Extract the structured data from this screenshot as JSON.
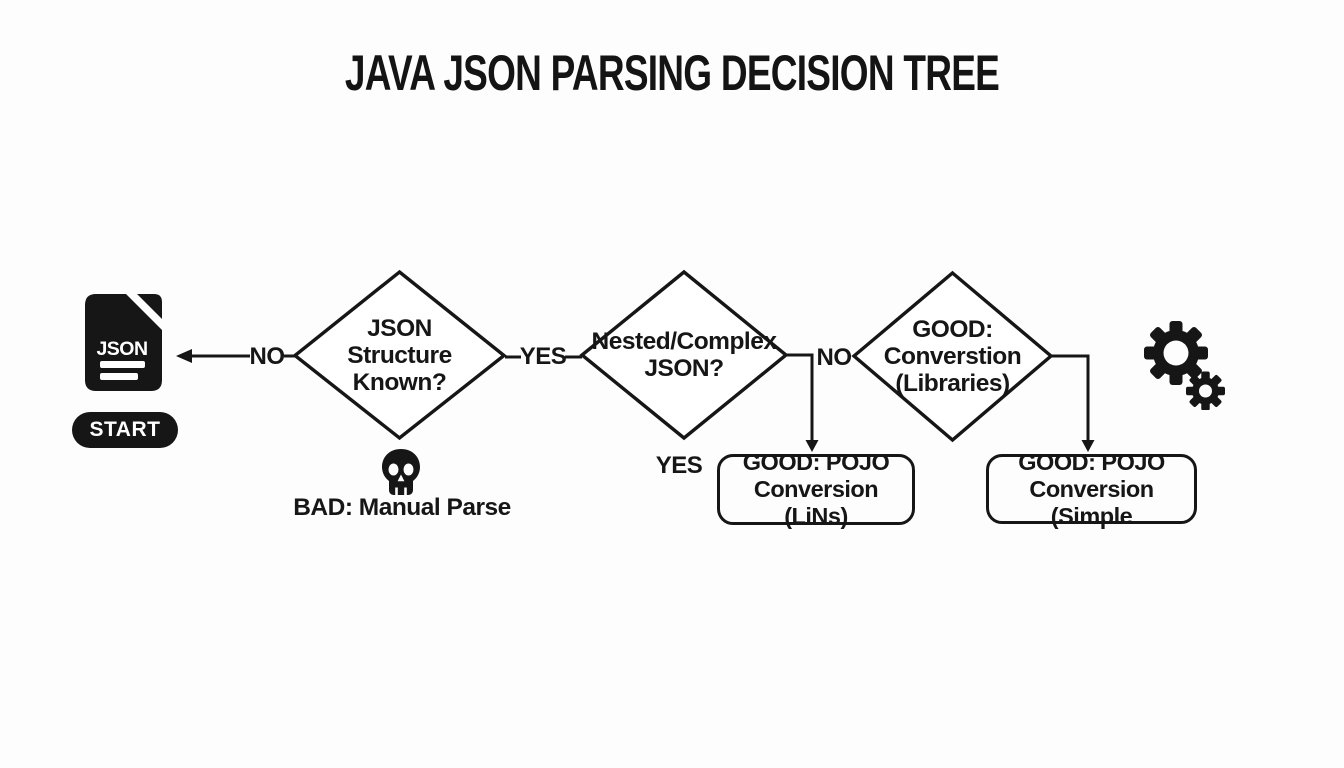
{
  "title": "JAVA JSON PARSING DECISION TREE",
  "colors": {
    "ink": "#161616",
    "paper": "#fdfdfd",
    "shape_fill": "#ffffff"
  },
  "start": {
    "label": "START",
    "file_icon": {
      "name": "json-file-icon",
      "text": "JSON"
    }
  },
  "decisions": [
    {
      "text": "JSON\nStructure\nKnown?"
    },
    {
      "text": "Nested/Complex\nJSON?"
    },
    {
      "text": "GOOD:\nConverstion\n(Libraries)"
    }
  ],
  "edge_labels": {
    "d1_no": "NO",
    "d1_yes": "YES",
    "d2_down_yes": "YES",
    "d3_no": "NO"
  },
  "outcomes": {
    "bad_label": "BAD: Manual Parse",
    "box_libs": "GOOD: POJO\nConversion (LiNs)",
    "box_simple": "GOOD: POJO\nConversion (Simple"
  },
  "icons": {
    "json_file": "json-file-icon",
    "skull": "skull-icon",
    "gears": "gears-icon"
  }
}
